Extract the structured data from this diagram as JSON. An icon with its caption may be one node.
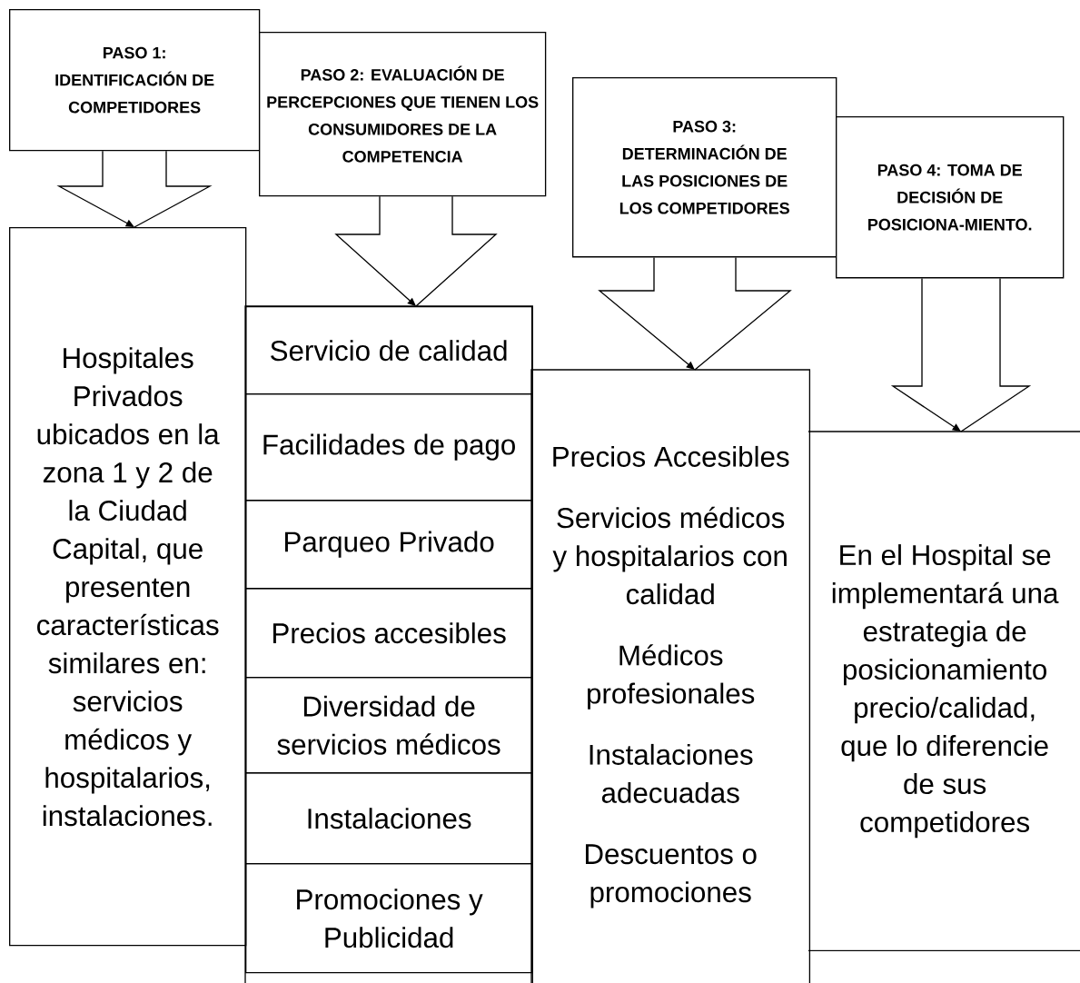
{
  "diagram": {
    "nodes": [
      {
        "text": [
          "PASO 1: IDENTIFICACIÓN DE COMPETIDORES"
        ]
      },
      {
        "text": [
          "PASO 2: EVALUACIÓN DE PERCEPCIONES QUE TIENEN LOS CONSUMIDORES DE LA COMPETENCIA"
        ]
      },
      {
        "text": [
          "PASO 3: DETERMINACIÓN DE LAS POSICIONES DE LOS COMPETIDORES"
        ]
      },
      {
        "text": [
          "PASO 4: TOMA DE DECISIÓN DE POSICIONA-MIENTO."
        ]
      },
      {
        "text": [
          "Hospitales Privados ubicados en la zona 1 y 2 de la Ciudad Capital, que presenten características similares en: servicios médicos y hospitalarios, instalaciones."
        ]
      },
      {
        "text": [],
        "shape": "box"
      },
      {
        "text": [
          "Servicio de calidad"
        ],
        "in": 5
      },
      {
        "text": [
          "Facilidades de pago"
        ],
        "in": 5
      },
      {
        "text": [
          "Parqueo Privado"
        ],
        "in": 5
      },
      {
        "text": [
          "Precios accesibles"
        ],
        "in": 5
      },
      {
        "text": [
          "Diversidad de servicios médicos"
        ],
        "in": 5
      },
      {
        "text": [
          "Instalaciones"
        ],
        "in": 5
      },
      {
        "text": [
          "Promociones y Publicidad"
        ],
        "in": 5
      },
      {
        "text": [
          "Precios Accesibles",
          "Servicios médicos y hospitalarios con calidad",
          "Médicos profesionales",
          "Instalaciones adecuadas",
          "Descuentos o promociones"
        ]
      },
      {
        "text": [
          "En el Hospital se implementará una estrategia de posicionamiento precio/calidad, que lo diferencie de sus competidores"
        ]
      }
    ],
    "edges": [
      {
        "from": 0,
        "to": 4,
        "arrow": "to"
      },
      {
        "from": 1,
        "to": 6,
        "arrow": "to"
      },
      {
        "from": 2,
        "to": 13,
        "arrow": "to"
      },
      {
        "from": 3,
        "to": 14,
        "arrow": "to"
      }
    ]
  }
}
